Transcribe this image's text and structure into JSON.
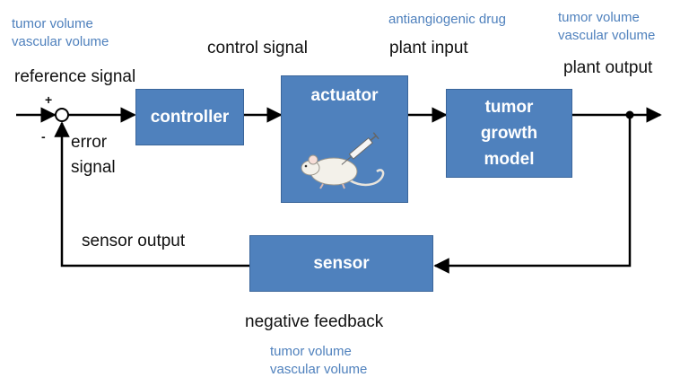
{
  "signals": {
    "reference": "reference signal",
    "plus": "+",
    "minus": "-",
    "error_line1": "error",
    "error_line2": "signal",
    "control": "control signal",
    "plant_input": "plant input",
    "plant_output": "plant output",
    "sensor_output": "sensor output",
    "negative_feedback": "negative feedback"
  },
  "annotations": {
    "reference_states": "tumor volume\nvascular volume",
    "drug": "antiangiogenic drug",
    "output_states": "tumor volume\nvascular volume",
    "sensor_states": "tumor volume\nvascular volume"
  },
  "blocks": {
    "controller": "controller",
    "actuator": "actuator",
    "plant": "tumor\ngrowth\nmodel",
    "sensor": "sensor"
  },
  "colors": {
    "block_fill": "#4f81bd",
    "annotation_text": "#4f81bd",
    "line": "#000000"
  },
  "icons": {
    "actuator_illustration": "mouse-with-syringe-icon"
  }
}
